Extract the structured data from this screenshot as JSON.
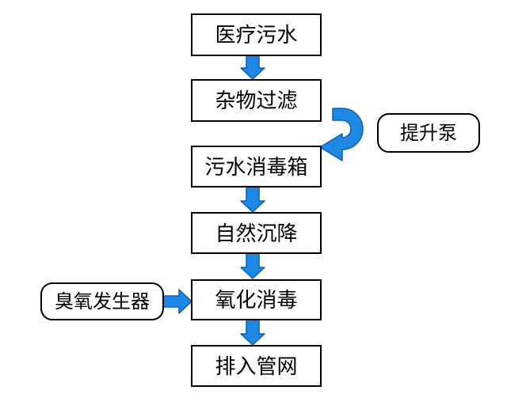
{
  "diagram": {
    "steps": [
      {
        "label": "医疗污水"
      },
      {
        "label": "杂物过滤"
      },
      {
        "label": "污水消毒箱"
      },
      {
        "label": "自然沉降"
      },
      {
        "label": "氧化消毒"
      },
      {
        "label": "排入管网"
      }
    ],
    "pump": {
      "label": "提升泵"
    },
    "ozone": {
      "label": "臭氧发生器"
    }
  },
  "colors": {
    "arrow_fill": "#1e88e5",
    "arrow_stroke": "#0d5fb0",
    "box_stroke": "#000000",
    "box_fill": "#ffffff"
  }
}
